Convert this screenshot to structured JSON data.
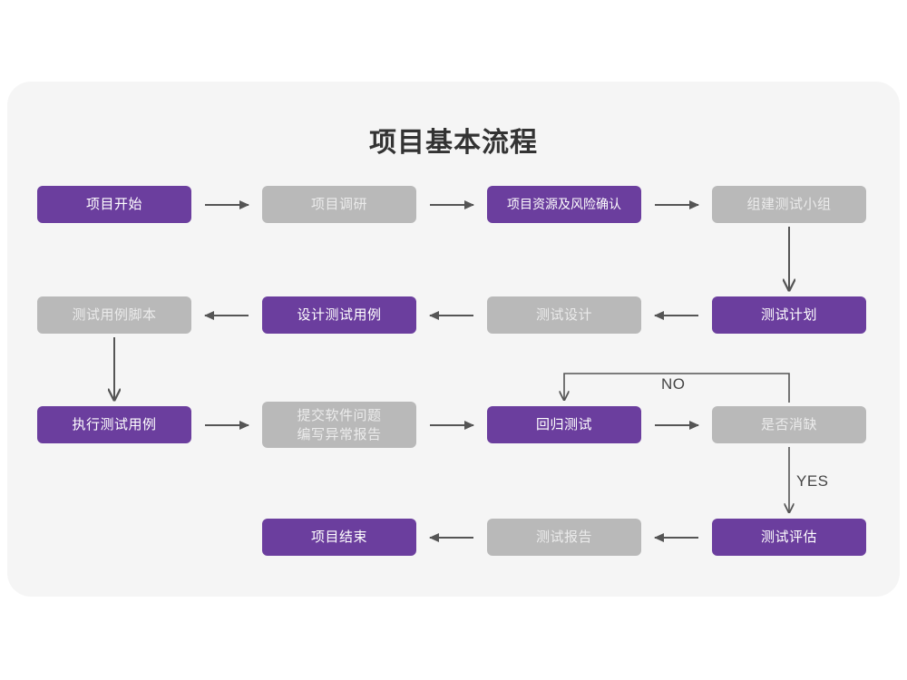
{
  "diagram": {
    "title": "项目基本流程",
    "colors": {
      "accent_purple": "#6b3e9e",
      "muted_gray": "#b9b9b9",
      "card_background": "#f5f5f5",
      "page_background": "#ffffff",
      "connector": "#555555",
      "title_text": "#333333"
    },
    "nodes": [
      {
        "id": "n1",
        "label": "项目开始",
        "style": "purple",
        "row": 1,
        "col": 1
      },
      {
        "id": "n2",
        "label": "项目调研",
        "style": "gray",
        "row": 1,
        "col": 2
      },
      {
        "id": "n3",
        "label": "项目资源及风险确认",
        "style": "purple",
        "row": 1,
        "col": 3
      },
      {
        "id": "n4",
        "label": "组建测试小组",
        "style": "gray",
        "row": 1,
        "col": 4
      },
      {
        "id": "n5",
        "label": "测试用例脚本",
        "style": "gray",
        "row": 2,
        "col": 1
      },
      {
        "id": "n6",
        "label": "设计测试用例",
        "style": "purple",
        "row": 2,
        "col": 2
      },
      {
        "id": "n7",
        "label": "测试设计",
        "style": "gray",
        "row": 2,
        "col": 3
      },
      {
        "id": "n8",
        "label": "测试计划",
        "style": "purple",
        "row": 2,
        "col": 4
      },
      {
        "id": "n9",
        "label": "执行测试用例",
        "style": "purple",
        "row": 3,
        "col": 1
      },
      {
        "id": "n10",
        "label": "提交软件问题\n编写异常报告",
        "style": "gray",
        "row": 3,
        "col": 2
      },
      {
        "id": "n11",
        "label": "回归测试",
        "style": "purple",
        "row": 3,
        "col": 3
      },
      {
        "id": "n12",
        "label": "是否消缺",
        "style": "gray",
        "row": 3,
        "col": 4
      },
      {
        "id": "n13",
        "label": "项目结束",
        "style": "purple",
        "row": 4,
        "col": 2
      },
      {
        "id": "n14",
        "label": "测试报告",
        "style": "gray",
        "row": 4,
        "col": 3
      },
      {
        "id": "n15",
        "label": "测试评估",
        "style": "purple",
        "row": 4,
        "col": 4
      }
    ],
    "connector_labels": {
      "no": "NO",
      "yes": "YES"
    },
    "edges": [
      {
        "from": "n1",
        "to": "n2",
        "direction": "right"
      },
      {
        "from": "n2",
        "to": "n3",
        "direction": "right"
      },
      {
        "from": "n3",
        "to": "n4",
        "direction": "right"
      },
      {
        "from": "n4",
        "to": "n8",
        "direction": "down"
      },
      {
        "from": "n8",
        "to": "n7",
        "direction": "left"
      },
      {
        "from": "n7",
        "to": "n6",
        "direction": "left"
      },
      {
        "from": "n6",
        "to": "n5",
        "direction": "left"
      },
      {
        "from": "n5",
        "to": "n9",
        "direction": "down"
      },
      {
        "from": "n9",
        "to": "n10",
        "direction": "right"
      },
      {
        "from": "n10",
        "to": "n11",
        "direction": "right"
      },
      {
        "from": "n11",
        "to": "n12",
        "direction": "right"
      },
      {
        "from": "n12",
        "to": "n11",
        "direction": "loop-up-left",
        "label": "NO"
      },
      {
        "from": "n12",
        "to": "n15",
        "direction": "down",
        "label": "YES"
      },
      {
        "from": "n15",
        "to": "n14",
        "direction": "left"
      },
      {
        "from": "n14",
        "to": "n13",
        "direction": "left"
      }
    ]
  }
}
